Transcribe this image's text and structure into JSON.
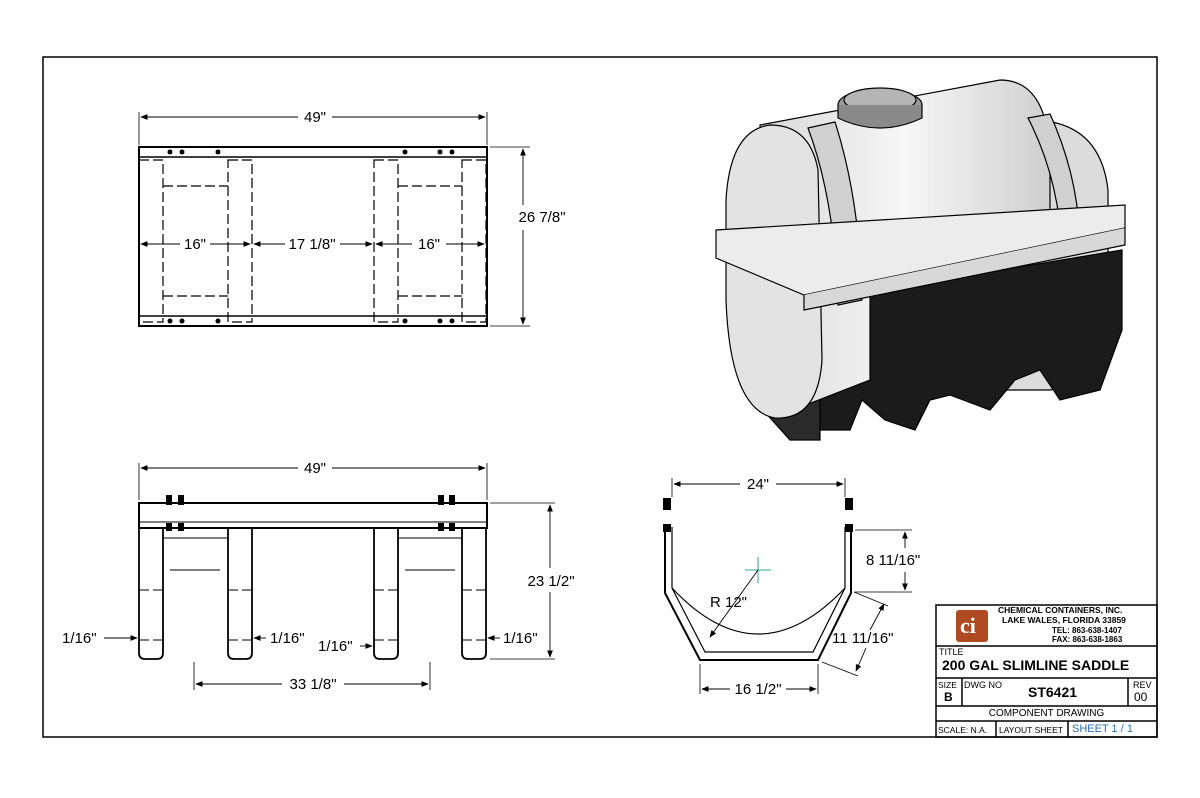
{
  "top_view": {
    "overall_width": "49\"",
    "overall_depth": "26 7/8\"",
    "left_span": "16\"",
    "middle_span": "17 1/8\"",
    "right_span": "16\""
  },
  "front_view": {
    "overall_width": "49\"",
    "overall_height": "23 1/2\"",
    "foot_spacing": "33 1/8\"",
    "gap_left_outer": "1/16\"",
    "gap_left_inner": "1/16\"",
    "gap_right_inner": "1/16\"",
    "gap_right_outer": "1/16\""
  },
  "side_view": {
    "top_width": "24\"",
    "side_height": "8 11/16\"",
    "radius": "R  12\"",
    "slope_length": "11 11/16\"",
    "base_width": "16 1/2\""
  },
  "title_block": {
    "company_name": "CHEMICAL CONTAINERS, INC.",
    "company_city": "LAKE WALES, FLORIDA  33859",
    "company_tel": "TEL:  863-638-1407",
    "company_fax": "FAX:  863-638-1863",
    "logo_text": "ci",
    "title_label": "TITLE",
    "title": "200 GAL SLIMLINE SADDLE",
    "size_label": "SIZE",
    "size": "B",
    "dwg_label": "DWG NO",
    "dwg_no": "ST6421",
    "rev_label": "REV",
    "rev": "00",
    "description": "COMPONENT DRAWING",
    "scale": "SCALE: N.A.",
    "layout": "LAYOUT SHEET",
    "sheet": "SHEET 1 / 1"
  },
  "colors": {
    "line": "#000000",
    "tank_body": "#eeeeee",
    "saddle": "#1b1b1b",
    "logo_accent": "#b04a22",
    "crosshair": "#2aa58f",
    "sheet_text": "#2e6fb0"
  }
}
